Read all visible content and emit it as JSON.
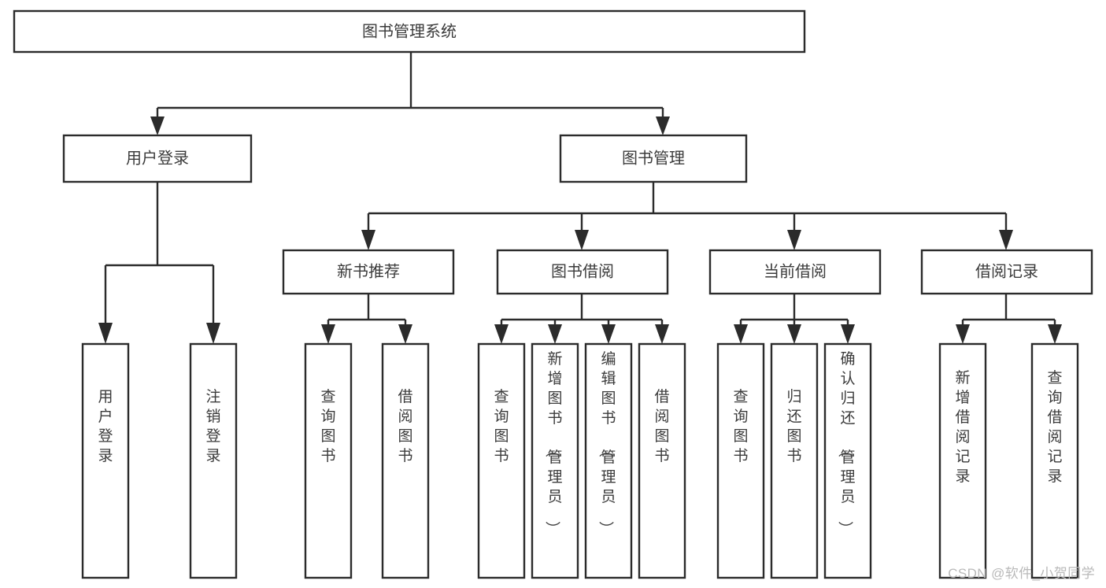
{
  "diagram": {
    "title": "图书管理系统",
    "type": "tree-hierarchy",
    "colors": {
      "stroke": "#2b2b2b",
      "fill": "#ffffff",
      "text": "#3b3b3b",
      "watermark": "#b9b9b9",
      "background": "#ffffff"
    },
    "root": {
      "label": "图书管理系统"
    },
    "level2": [
      {
        "label": "用户登录"
      },
      {
        "label": "图书管理"
      }
    ],
    "level3": [
      {
        "label": "新书推荐"
      },
      {
        "label": "图书借阅"
      },
      {
        "label": "当前借阅"
      },
      {
        "label": "借阅记录"
      }
    ],
    "leaves_user_login": [
      {
        "label": "用户登录"
      },
      {
        "label": "注销登录"
      }
    ],
    "leaves_new_book": [
      {
        "label": "查询图书"
      },
      {
        "label": "借阅图书"
      }
    ],
    "leaves_borrow": [
      {
        "label": "查询图书"
      },
      {
        "label": "新增图书（管理员）"
      },
      {
        "label": "编辑图书（管理员）"
      },
      {
        "label": "借阅图书"
      }
    ],
    "leaves_current": [
      {
        "label": "查询图书"
      },
      {
        "label": "归还图书"
      },
      {
        "label": "确认归还（管理员）"
      }
    ],
    "leaves_records": [
      {
        "label": "新增借阅记录"
      },
      {
        "label": "查询借阅记录"
      }
    ],
    "watermark": "CSDN @软件_小贺同学"
  }
}
